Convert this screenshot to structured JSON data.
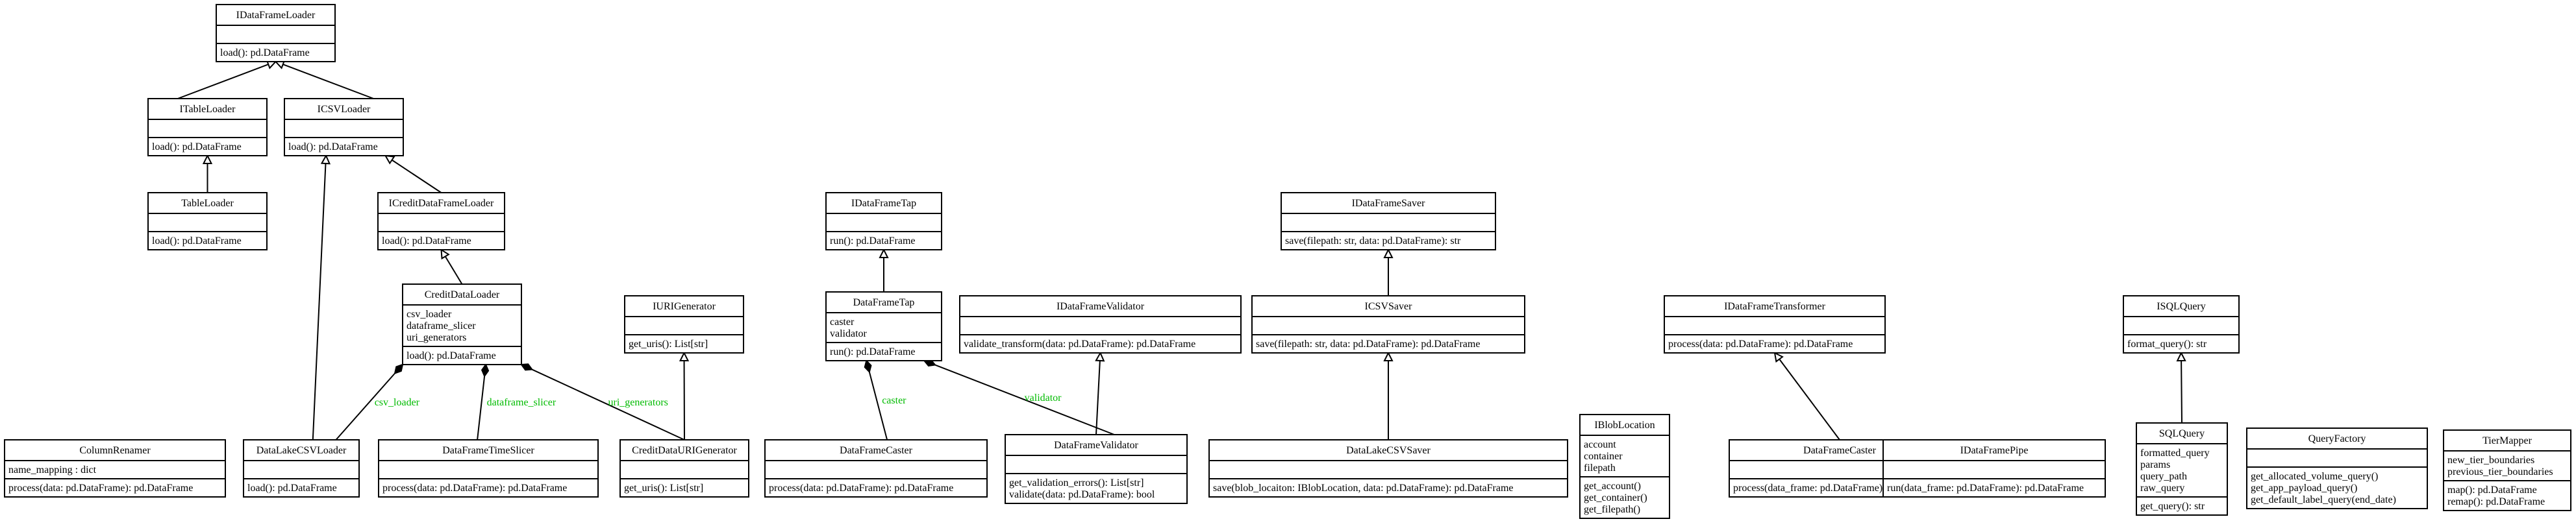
{
  "classes": [
    {
      "id": "IDataFrameLoader",
      "name": "IDataFrameLoader",
      "attrs": [],
      "methods": [
        "load(): pd.DataFrame"
      ]
    },
    {
      "id": "ITableLoader",
      "name": "ITableLoader",
      "attrs": [],
      "methods": [
        "load(): pd.DataFrame"
      ]
    },
    {
      "id": "ICSVLoader",
      "name": "ICSVLoader",
      "attrs": [],
      "methods": [
        "load(): pd.DataFrame"
      ]
    },
    {
      "id": "TableLoader",
      "name": "TableLoader",
      "attrs": [],
      "methods": [
        "load(): pd.DataFrame"
      ]
    },
    {
      "id": "ICreditDataFrameLoader",
      "name": "ICreditDataFrameLoader",
      "attrs": [],
      "methods": [
        "load(): pd.DataFrame"
      ]
    },
    {
      "id": "CreditDataLoader",
      "name": "CreditDataLoader",
      "attrs": [
        "csv_loader",
        "dataframe_slicer",
        "uri_generators"
      ],
      "methods": [
        "load(): pd.DataFrame"
      ]
    },
    {
      "id": "ColumnRenamer",
      "name": "ColumnRenamer",
      "attrs": [
        "name_mapping : dict"
      ],
      "methods": [
        "process(data: pd.DataFrame): pd.DataFrame"
      ]
    },
    {
      "id": "DataLakeCSVLoader",
      "name": "DataLakeCSVLoader",
      "attrs": [],
      "methods": [
        "load(): pd.DataFrame"
      ]
    },
    {
      "id": "DataFrameTimeSlicer",
      "name": "DataFrameTimeSlicer",
      "attrs": [],
      "methods": [
        "process(data: pd.DataFrame): pd.DataFrame"
      ]
    },
    {
      "id": "IURIGenerator",
      "name": "IURIGenerator",
      "attrs": [],
      "methods": [
        "get_uris(): List[str]"
      ]
    },
    {
      "id": "CreditDataURIGenerator",
      "name": "CreditDataURIGenerator",
      "attrs": [],
      "methods": [
        "get_uris(): List[str]"
      ]
    },
    {
      "id": "IDataFrameTap",
      "name": "IDataFrameTap",
      "attrs": [],
      "methods": [
        "run(): pd.DataFrame"
      ]
    },
    {
      "id": "DataFrameTap",
      "name": "DataFrameTap",
      "attrs": [
        "caster",
        "validator"
      ],
      "methods": [
        "run(): pd.DataFrame"
      ]
    },
    {
      "id": "IDataFrameValidator",
      "name": "IDataFrameValidator",
      "attrs": [],
      "methods": [
        "validate_transform(data: pd.DataFrame): pd.DataFrame"
      ]
    },
    {
      "id": "DataFrameCaster1",
      "name": "DataFrameCaster",
      "attrs": [],
      "methods": [
        "process(data: pd.DataFrame): pd.DataFrame"
      ]
    },
    {
      "id": "DataFrameValidator",
      "name": "DataFrameValidator",
      "attrs": [],
      "methods": [
        "get_validation_errors(): List[str]",
        "validate(data: pd.DataFrame): bool"
      ]
    },
    {
      "id": "IDataFrameSaver",
      "name": "IDataFrameSaver",
      "attrs": [],
      "methods": [
        "save(filepath: str, data: pd.DataFrame): str"
      ]
    },
    {
      "id": "ICSVSaver",
      "name": "ICSVSaver",
      "attrs": [],
      "methods": [
        "save(filepath: str, data: pd.DataFrame): pd.DataFrame"
      ]
    },
    {
      "id": "DataLakeCSVSaver",
      "name": "DataLakeCSVSaver",
      "attrs": [],
      "methods": [
        "save(blob_locaiton: IBlobLocation, data: pd.DataFrame): pd.DataFrame"
      ]
    },
    {
      "id": "IBlobLocation",
      "name": "IBlobLocation",
      "attrs": [
        "account",
        "container",
        "filepath"
      ],
      "methods": [
        "get_account()",
        "get_container()",
        "get_filepath()"
      ]
    },
    {
      "id": "IDataFrameTransformer",
      "name": "IDataFrameTransformer",
      "attrs": [],
      "methods": [
        "process(data: pd.DataFrame): pd.DataFrame"
      ]
    },
    {
      "id": "DataFrameCaster2",
      "name": "DataFrameCaster",
      "attrs": [],
      "methods": [
        "process(data_frame: pd.DataFrame)"
      ]
    },
    {
      "id": "IDataFramePipe",
      "name": "IDataFramePipe",
      "attrs": [],
      "methods": [
        "run(data_frame: pd.DataFrame): pd.DataFrame"
      ]
    },
    {
      "id": "ISQLQuery",
      "name": "ISQLQuery",
      "attrs": [],
      "methods": [
        "format_query(): str"
      ]
    },
    {
      "id": "SQLQuery",
      "name": "SQLQuery",
      "attrs": [
        "formatted_query",
        "params",
        "query_path",
        "raw_query"
      ],
      "methods": [
        "get_query(): str"
      ]
    },
    {
      "id": "QueryFactory",
      "name": "QueryFactory",
      "attrs": [],
      "methods": [
        "get_allocated_volume_query()",
        "get_app_payload_query()",
        "get_default_label_query(end_date)"
      ]
    },
    {
      "id": "TierMapper",
      "name": "TierMapper",
      "attrs": [
        "new_tier_boundaries",
        "previous_tier_boundaries"
      ],
      "methods": [
        "map(): pd.DataFrame",
        "remap(): pd.DataFrame"
      ]
    }
  ],
  "relations": [
    {
      "type": "inherit",
      "from": "ITableLoader",
      "to": "IDataFrameLoader"
    },
    {
      "type": "inherit",
      "from": "ICSVLoader",
      "to": "IDataFrameLoader"
    },
    {
      "type": "inherit",
      "from": "TableLoader",
      "to": "ITableLoader"
    },
    {
      "type": "inherit",
      "from": "ICreditDataFrameLoader",
      "to": "ICSVLoader"
    },
    {
      "type": "inherit",
      "from": "DataLakeCSVLoader",
      "to": "ICSVLoader"
    },
    {
      "type": "inherit",
      "from": "CreditDataLoader",
      "to": "ICreditDataFrameLoader"
    },
    {
      "type": "compose",
      "from": "DataLakeCSVLoader",
      "to": "CreditDataLoader",
      "label": "csv_loader"
    },
    {
      "type": "compose",
      "from": "DataFrameTimeSlicer",
      "to": "CreditDataLoader",
      "label": "dataframe_slicer"
    },
    {
      "type": "compose",
      "from": "CreditDataURIGenerator",
      "to": "CreditDataLoader",
      "label": "uri_generators"
    },
    {
      "type": "inherit",
      "from": "CreditDataURIGenerator",
      "to": "IURIGenerator"
    },
    {
      "type": "inherit",
      "from": "DataFrameTap",
      "to": "IDataFrameTap"
    },
    {
      "type": "compose",
      "from": "DataFrameCaster1",
      "to": "DataFrameTap",
      "label": "caster"
    },
    {
      "type": "compose",
      "from": "DataFrameValidator",
      "to": "DataFrameTap",
      "label": "validator"
    },
    {
      "type": "inherit",
      "from": "DataFrameValidator",
      "to": "IDataFrameValidator"
    },
    {
      "type": "inherit",
      "from": "ICSVSaver",
      "to": "IDataFrameSaver"
    },
    {
      "type": "inherit",
      "from": "DataLakeCSVSaver",
      "to": "ICSVSaver"
    },
    {
      "type": "inherit",
      "from": "DataFrameCaster2",
      "to": "IDataFrameTransformer"
    },
    {
      "type": "inherit",
      "from": "SQLQuery",
      "to": "ISQLQuery"
    }
  ]
}
